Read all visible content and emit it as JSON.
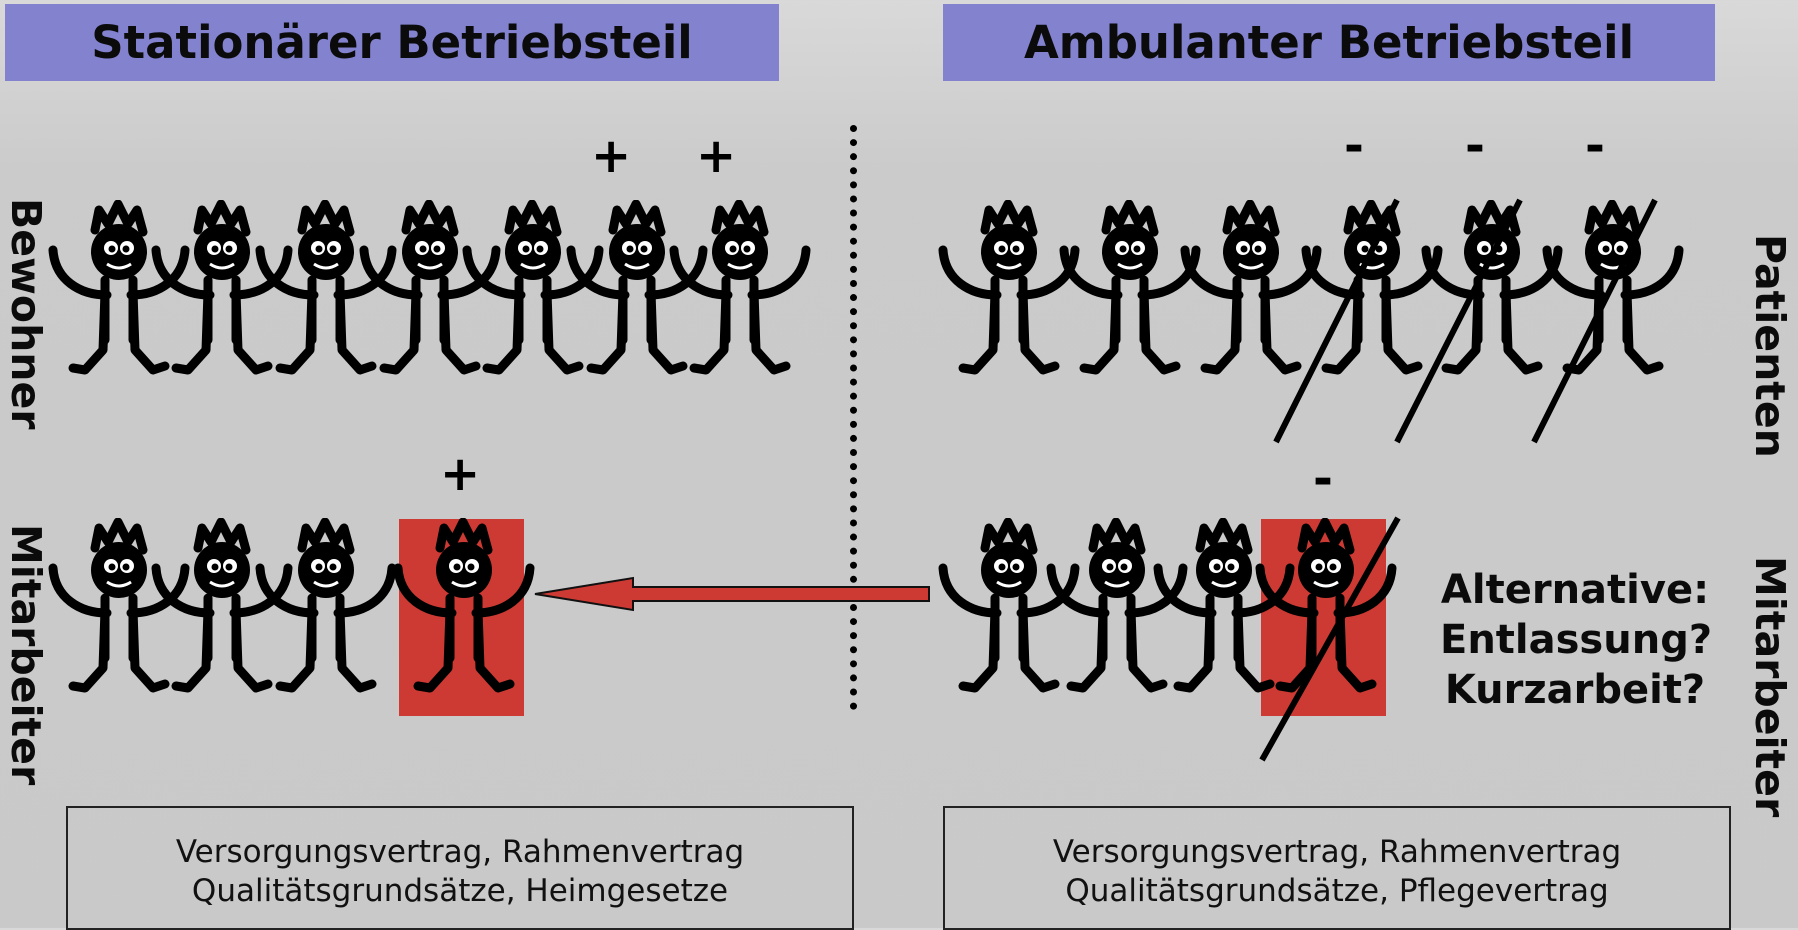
{
  "headers": {
    "left": "Stationärer Betriebsteil",
    "right": "Ambulanter Betriebsteil"
  },
  "side_labels": {
    "left_top": "Bewohner",
    "left_bottom": "Mitarbeiter",
    "right_top": "Patienten",
    "right_bottom": "Mitarbeiter"
  },
  "marks": {
    "plus": "+",
    "minus": "-"
  },
  "alternative": {
    "line1": "Alternative:",
    "line2": "Entlassung?",
    "line3": "Kurzarbeit?"
  },
  "boxes": {
    "left": {
      "line1": "Versorgungsvertrag, Rahmenvertrag",
      "line2": "Qualitätsgrundsätze, Heimgesetze"
    },
    "right": {
      "line1": "Versorgungsvertrag, Rahmenvertrag",
      "line2": "Qualitätsgrundsätze, Pflegevertrag"
    }
  },
  "colors": {
    "header": "#8282cf",
    "highlight": "#cc3a33"
  }
}
